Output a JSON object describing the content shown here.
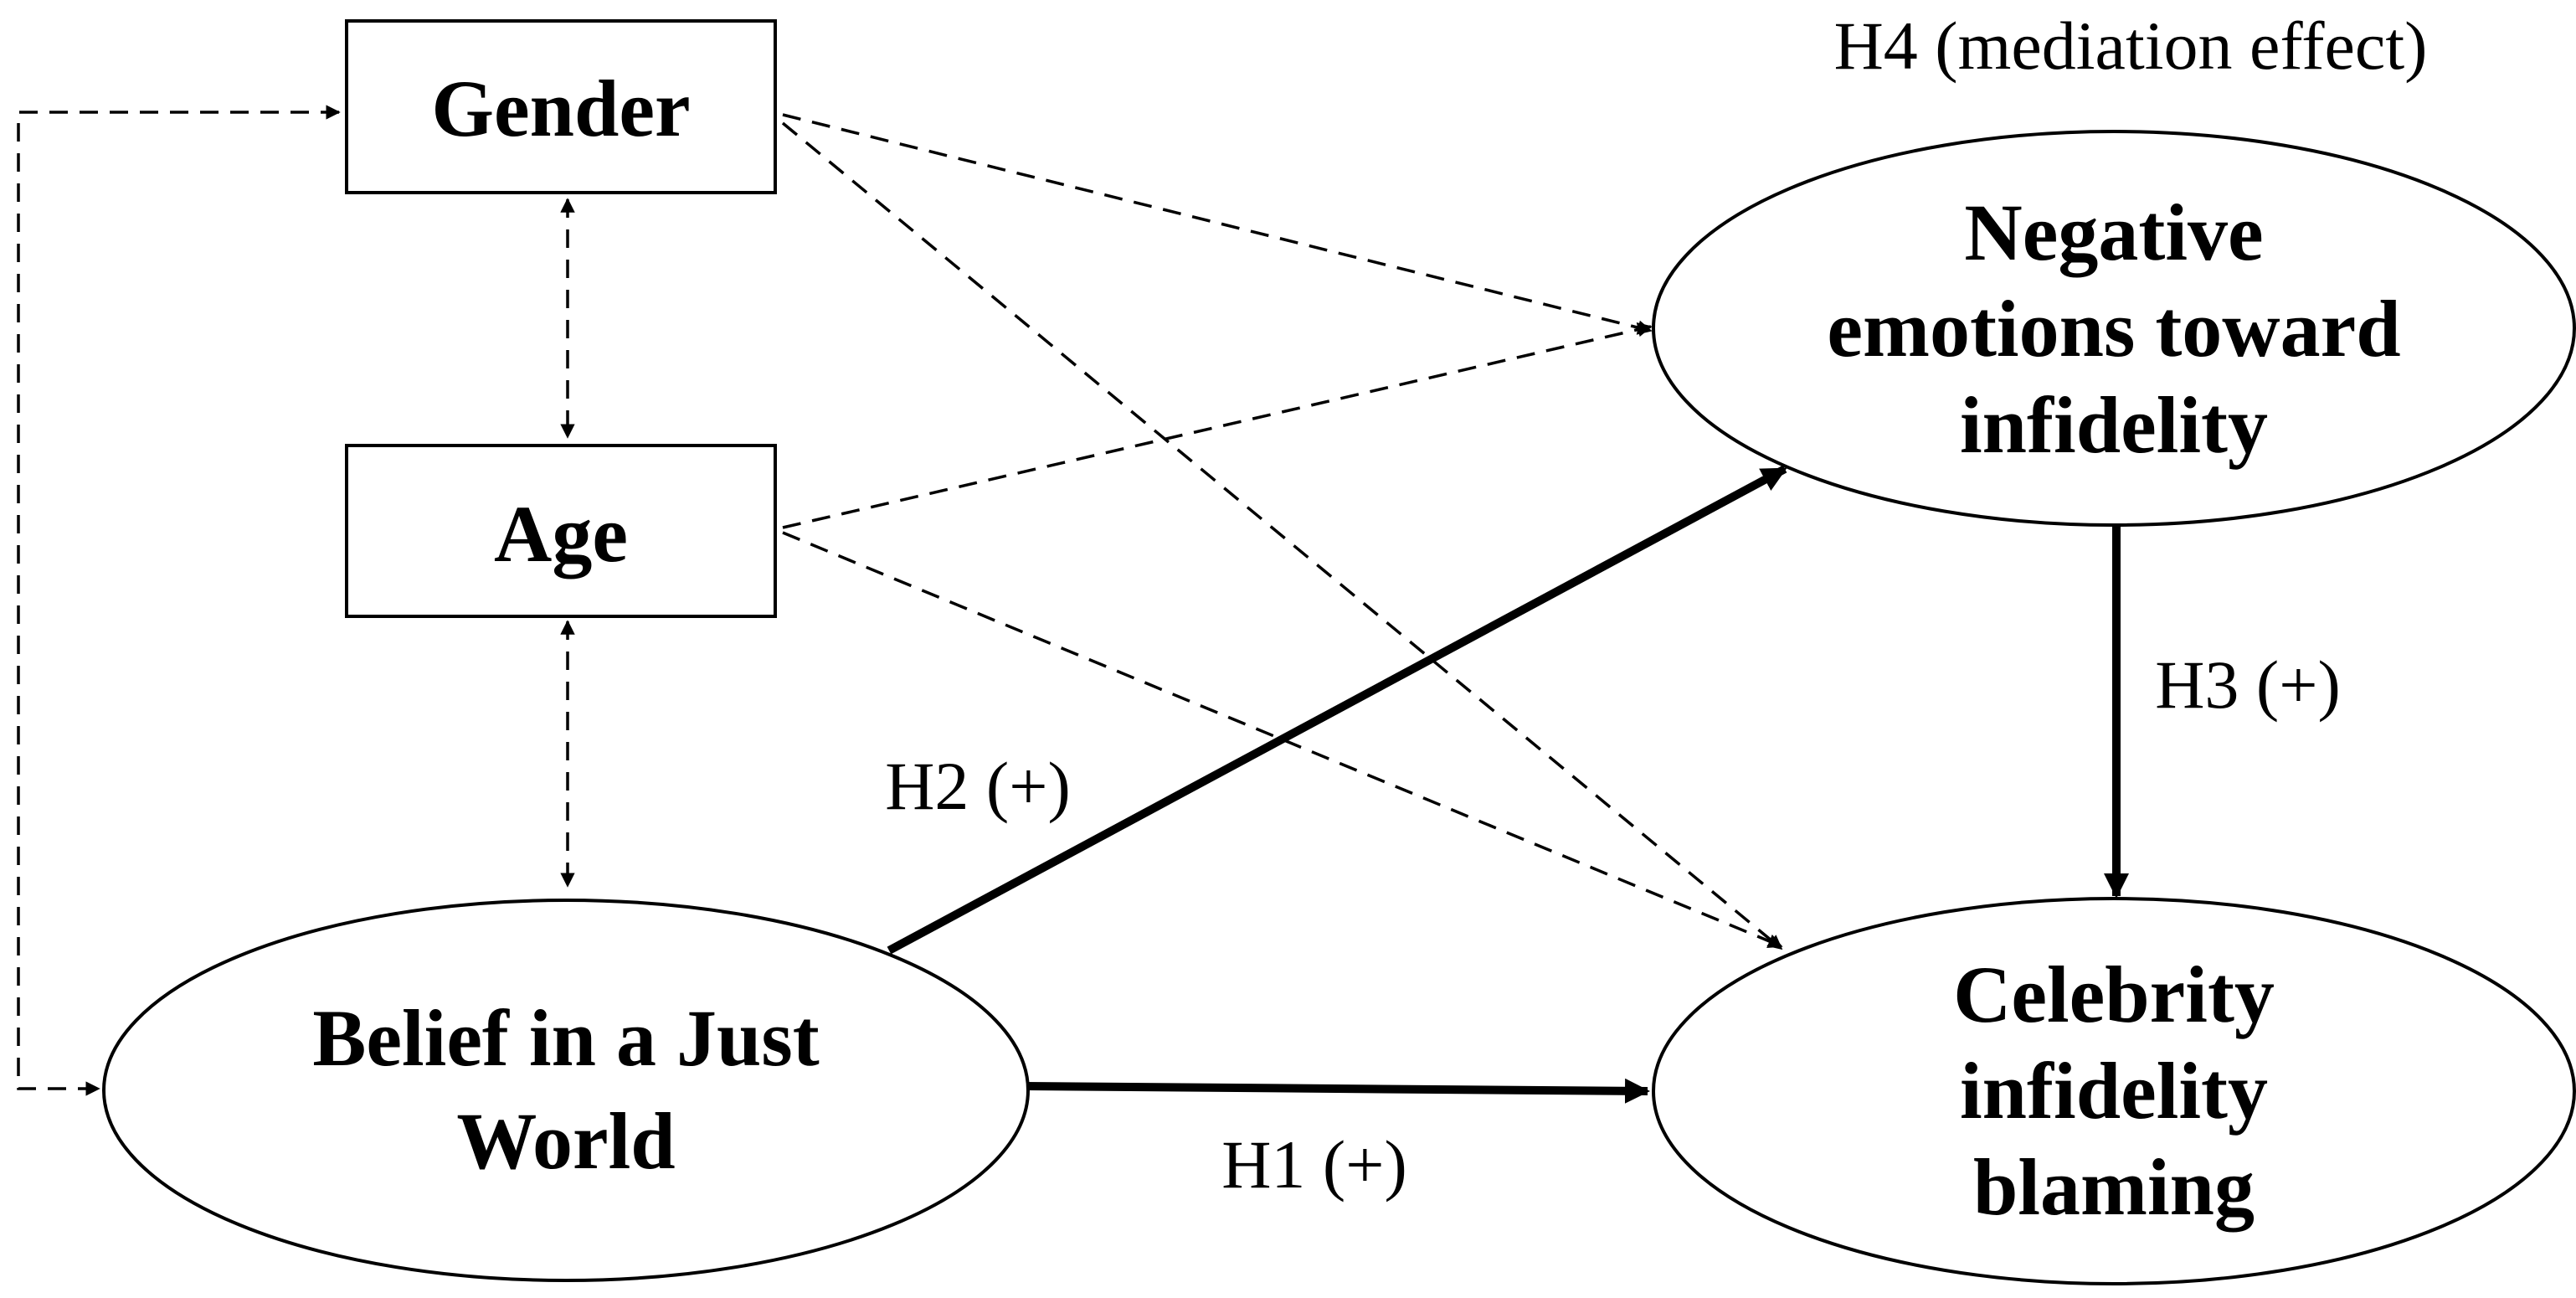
{
  "nodes": {
    "gender": {
      "label": "Gender",
      "shape": "rectangle"
    },
    "age": {
      "label": "Age",
      "shape": "rectangle"
    },
    "bjw": {
      "lines": [
        "Belief in a Just",
        "World"
      ],
      "shape": "ellipse"
    },
    "negative_emotions": {
      "lines": [
        "Negative",
        "emotions toward",
        "infidelity"
      ],
      "shape": "ellipse"
    },
    "blaming": {
      "lines": [
        "Celebrity",
        "infidelity",
        "blaming"
      ],
      "shape": "ellipse"
    }
  },
  "paths": {
    "h1": {
      "label": "H1 (+)",
      "from": "Belief in a Just World",
      "to": "Celebrity infidelity blaming",
      "style": "solid"
    },
    "h2": {
      "label": "H2 (+)",
      "from": "Belief in a Just World",
      "to": "Negative emotions toward infidelity",
      "style": "solid"
    },
    "h3": {
      "label": "H3 (+)",
      "from": "Negative emotions toward infidelity",
      "to": "Celebrity infidelity blaming",
      "style": "solid"
    },
    "h4": {
      "label": "H4 (mediation effect)"
    }
  },
  "control_paths": [
    {
      "from": "Gender",
      "to": "Negative emotions toward infidelity",
      "style": "dashed"
    },
    {
      "from": "Gender",
      "to": "Celebrity infidelity blaming",
      "style": "dashed"
    },
    {
      "from": "Age",
      "to": "Negative emotions toward infidelity",
      "style": "dashed"
    },
    {
      "from": "Age",
      "to": "Celebrity infidelity blaming",
      "style": "dashed"
    },
    {
      "from": "Gender",
      "to": "Age",
      "style": "dashed-bidirectional"
    },
    {
      "from": "Age",
      "to": "Belief in a Just World",
      "style": "dashed-bidirectional"
    },
    {
      "from": "Gender",
      "to": "Belief in a Just World",
      "style": "dashed-bidirectional"
    }
  ]
}
